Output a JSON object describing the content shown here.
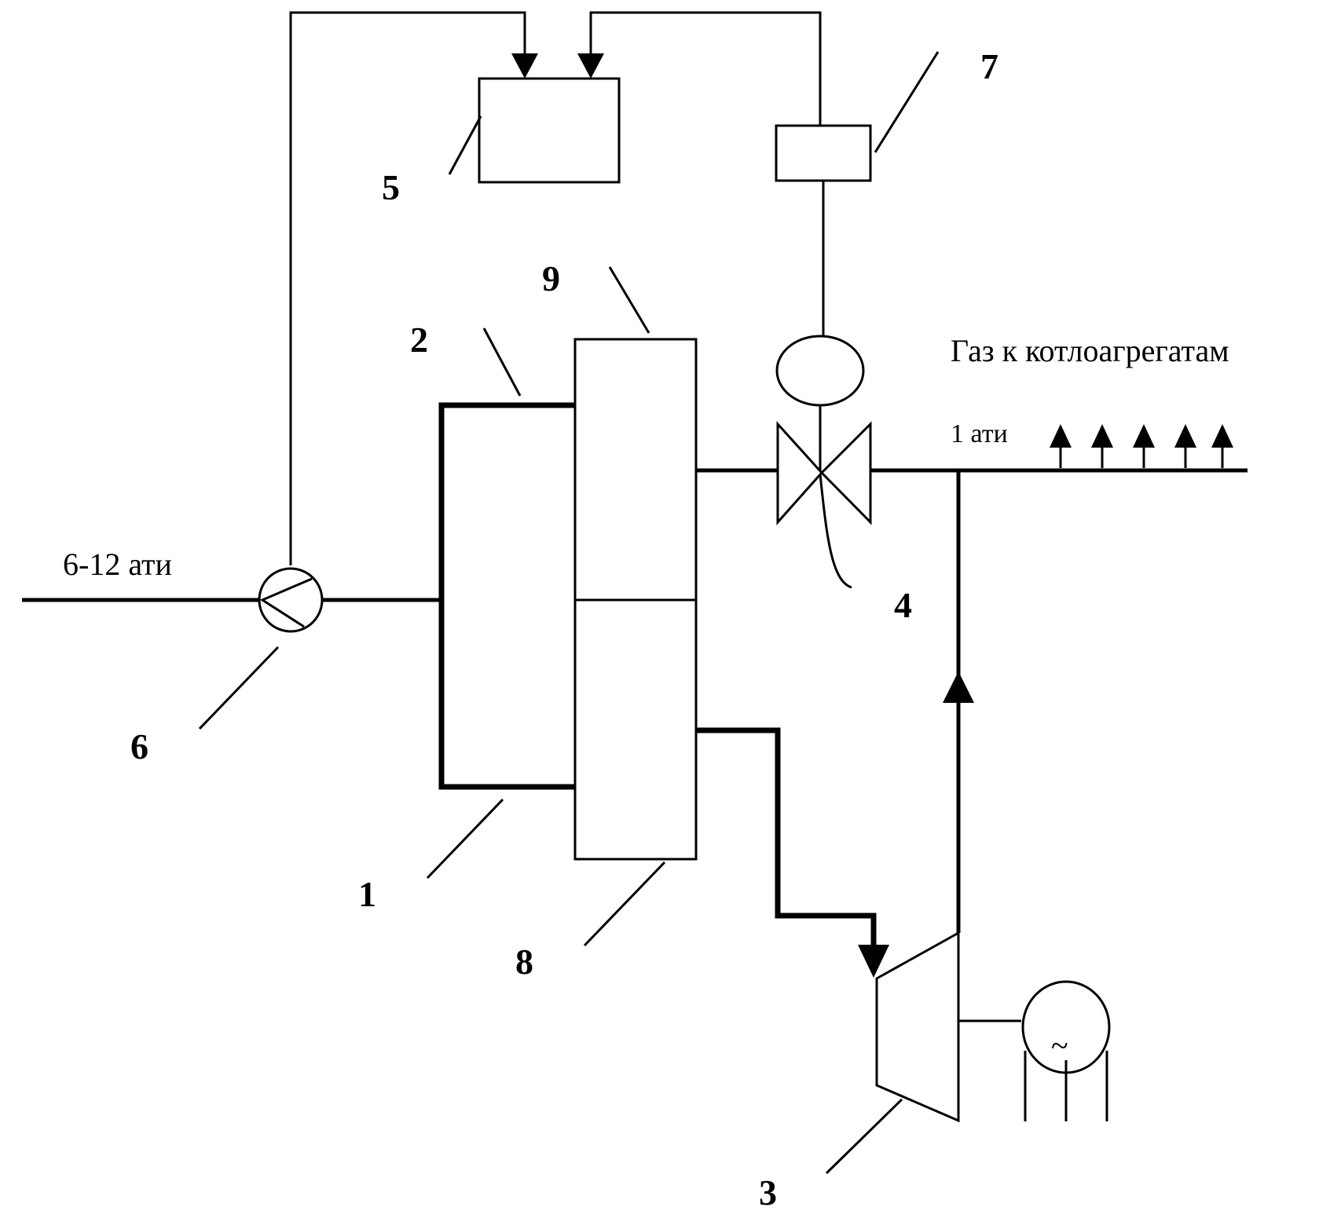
{
  "labels": {
    "inlet_pressure": "6-12 ати",
    "outlet_pressure": "1 ати",
    "gas_destination": "Газ к котлоагрегатам",
    "generator_symbol": "~"
  },
  "components": [
    {
      "number": "1"
    },
    {
      "number": "2"
    },
    {
      "number": "3"
    },
    {
      "number": "4"
    },
    {
      "number": "5"
    },
    {
      "number": "6"
    },
    {
      "number": "7"
    },
    {
      "number": "8"
    },
    {
      "number": "9"
    }
  ]
}
